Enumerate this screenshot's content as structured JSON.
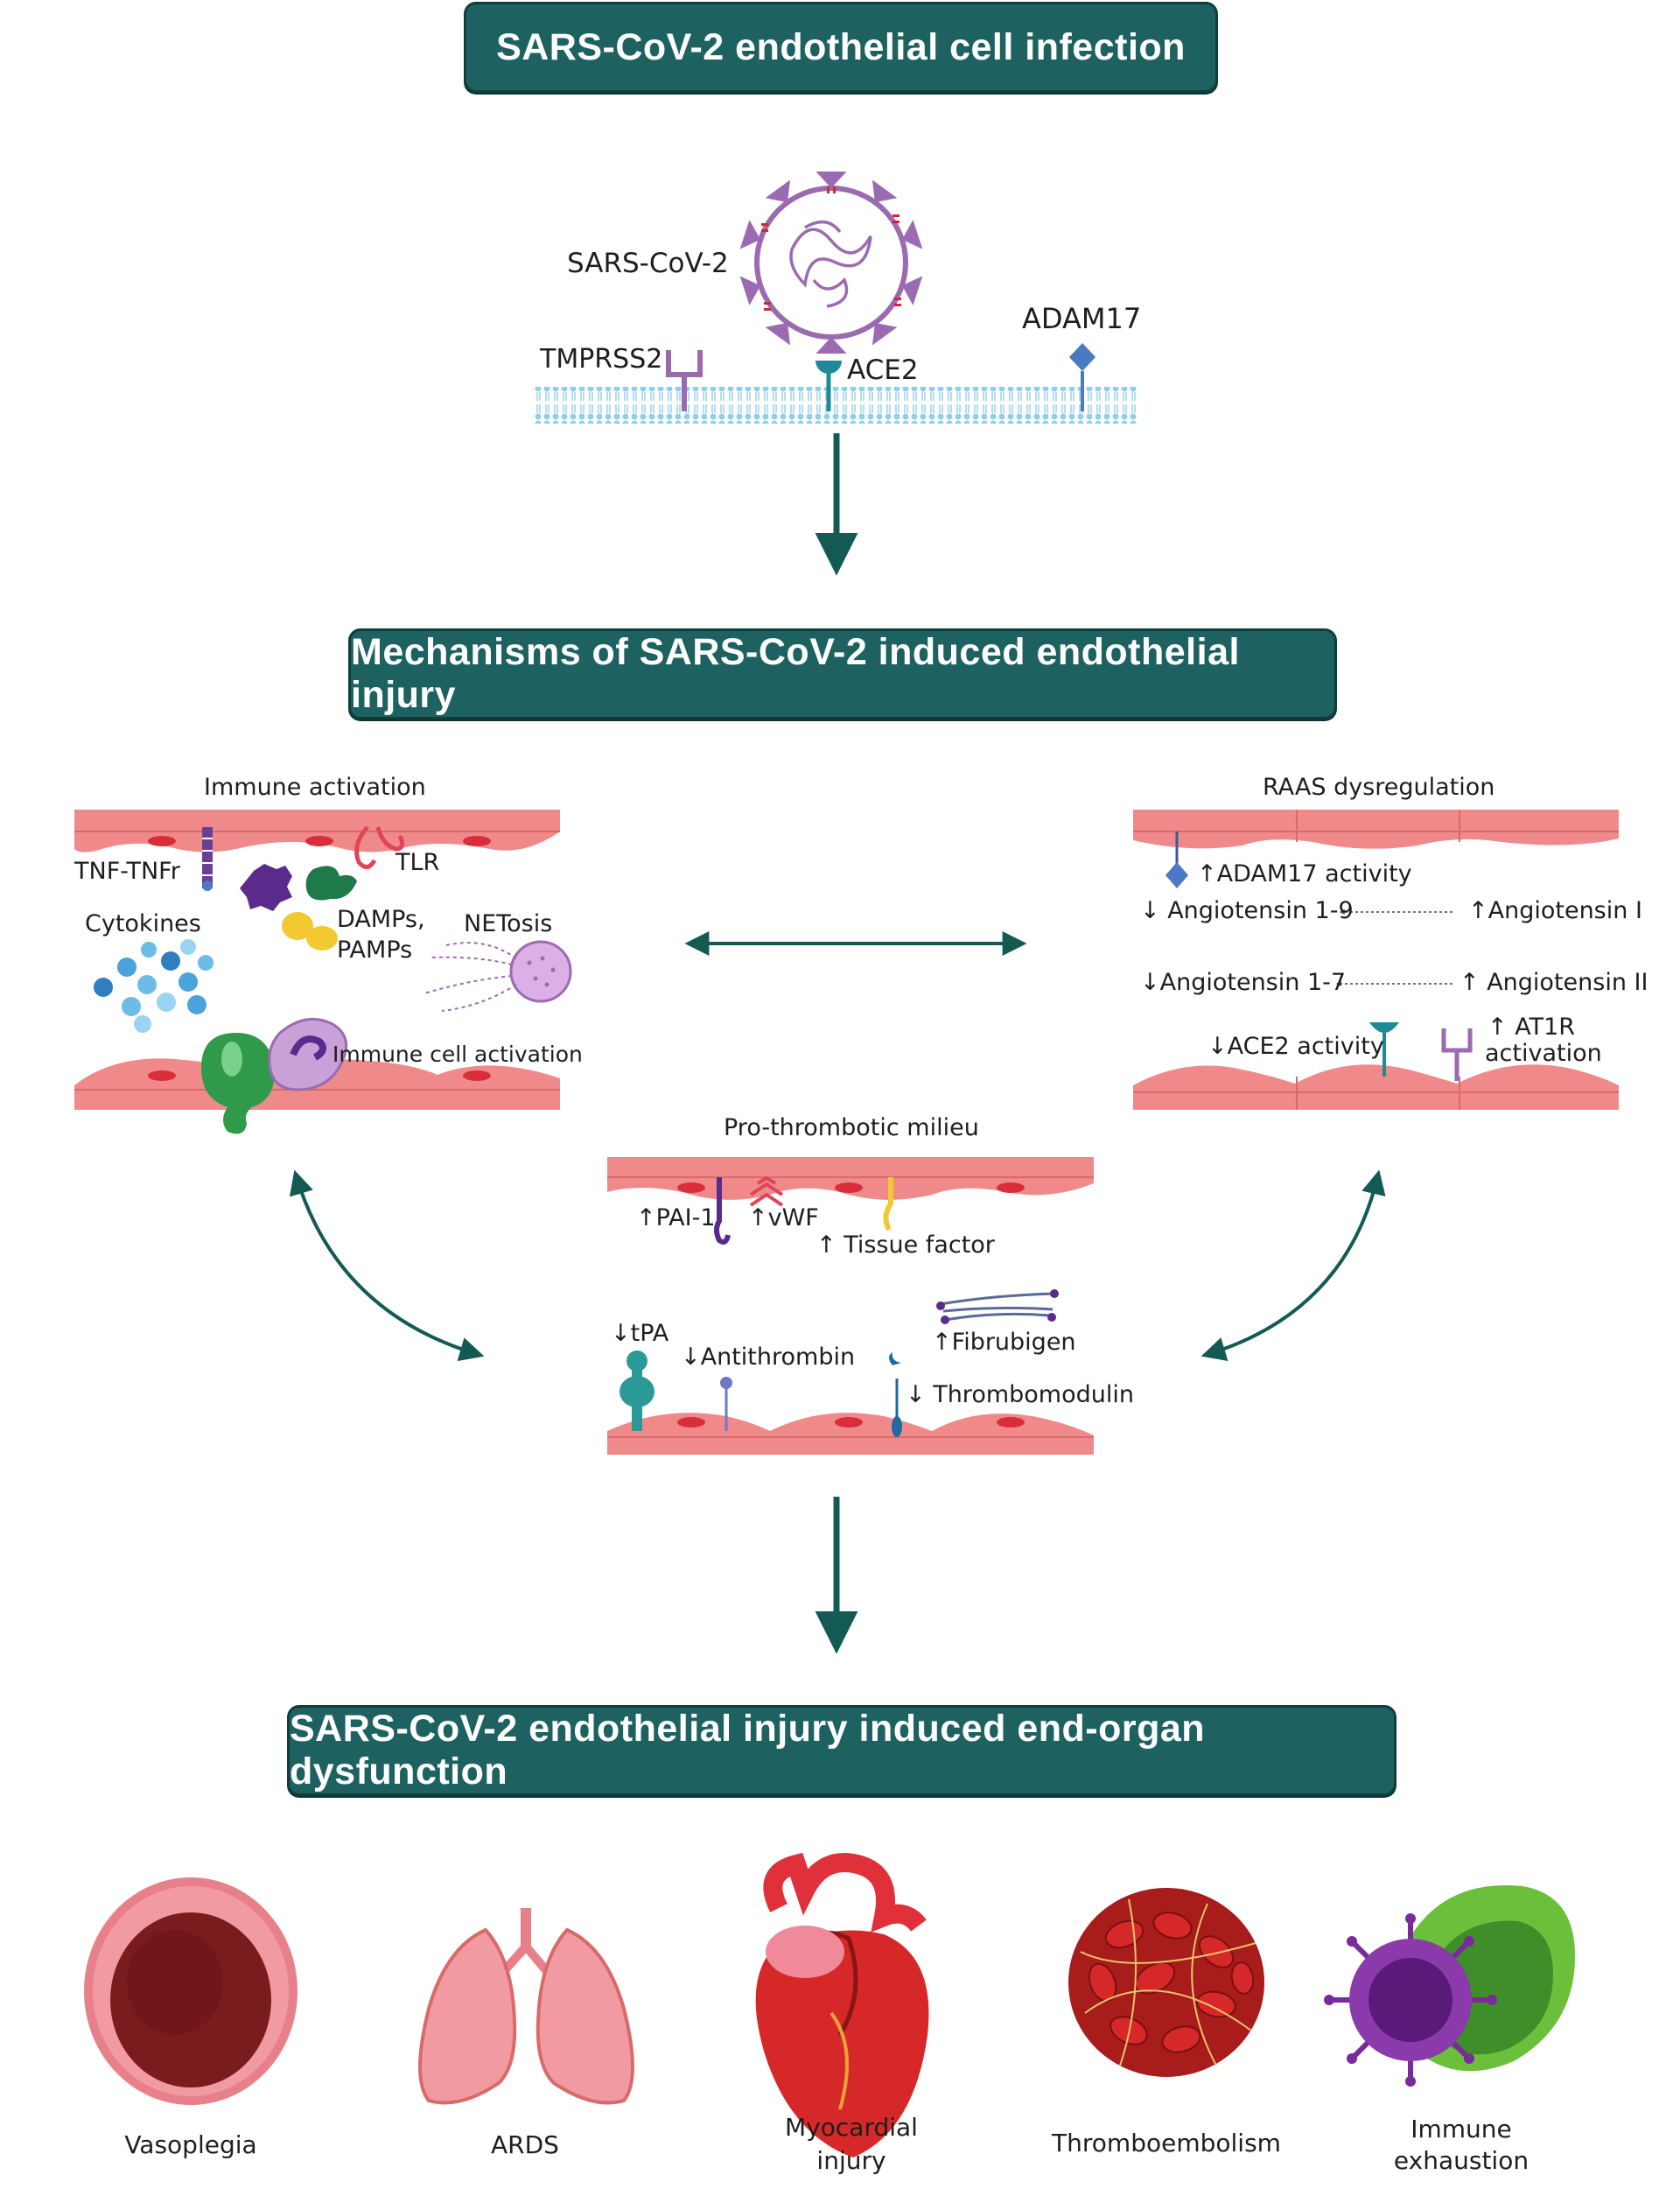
{
  "banners": {
    "infection": "SARS-CoV-2 endothelial cell infection",
    "mechanisms": "Mechanisms of SARS-CoV-2 induced endothelial injury",
    "dysfunction": "SARS-CoV-2 endothelial injury induced end-organ dysfunction"
  },
  "infection": {
    "virus_label": "SARS-CoV-2",
    "tmprss2_label": "TMPRSS2",
    "ace2_label": "ACE2",
    "adam17_label": "ADAM17"
  },
  "immune": {
    "title": "Immune activation",
    "tnf": "TNF-TNFr",
    "tlr": "TLR",
    "cytokines": "Cytokines",
    "damps": "DAMPs,",
    "pamps": "PAMPs",
    "netosis": "NETosis",
    "cell_activation": "Immune cell activation"
  },
  "raas": {
    "title": "RAAS dysregulation",
    "adam17": "↑ADAM17 activity",
    "ang19": "↓ Angiotensin 1-9",
    "ang1": "↑Angiotensin I",
    "ang17": "↓Angiotensin 1-7",
    "ang2": "↑ Angiotensin II",
    "at1r_1": "↑ AT1R",
    "at1r_2": "activation",
    "ace2": "↓ACE2 activity"
  },
  "thrombo": {
    "title": "Pro-thrombotic milieu",
    "pai1": "↑PAI-1",
    "vwf": "↑vWF",
    "tissue_factor": "↑ Tissue factor",
    "tpa": "↓tPA",
    "antithrombin": "↓Antithrombin",
    "fibrinogen": "↑Fibrubigen",
    "thrombomodulin": "↓ Thrombomodulin"
  },
  "organs": {
    "vasoplegia": "Vasoplegia",
    "ards": "ARDS",
    "myocardial_1": "Myocardial",
    "myocardial_2": "injury",
    "thromboembolism": "Thromboembolism",
    "immune_1": "Immune",
    "immune_2": "exhaustion"
  },
  "colors": {
    "banner": "#1d6260",
    "arrow": "#145a54",
    "endothelium": "#f08a8a",
    "nucleus": "#d92e3a",
    "virus": "#9a6bb0"
  }
}
